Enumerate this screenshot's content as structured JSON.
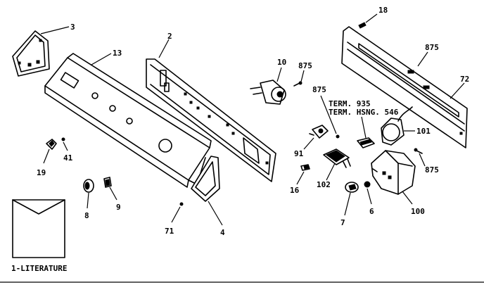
{
  "labels": {
    "p3": "3",
    "p13": "13",
    "p2": "2",
    "p10": "10",
    "p875_a": "875",
    "p875_b": "875",
    "p875_c": "875",
    "p875_d": "875",
    "p18": "18",
    "p72": "72",
    "term935": "TERM. 935",
    "termhsng": "TERM. HSNG. 546",
    "p101": "101",
    "p91": "91",
    "p102": "102",
    "p16": "16",
    "p7": "7",
    "p6": "6",
    "p100": "100",
    "p19": "19",
    "p41": "41",
    "p8": "8",
    "p9": "9",
    "p71": "71",
    "p4": "4",
    "literature": "1-LITERATURE"
  }
}
